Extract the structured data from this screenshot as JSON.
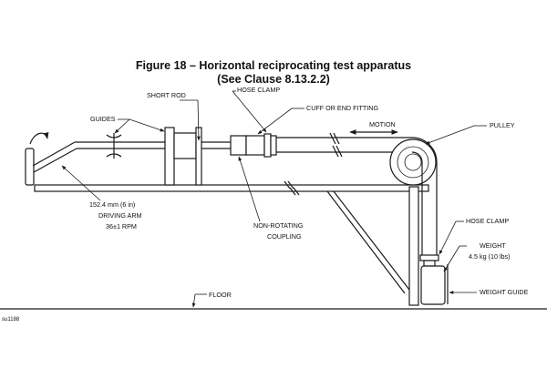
{
  "figure": {
    "title": "Figure 18 – Horizontal reciprocating test apparatus",
    "subtitle": "(See Clause 8.13.2.2)"
  },
  "labels": {
    "short_rod": "SHORT ROD",
    "hose_clamp_top": "HOSE CLAMP",
    "cuff_fitting": "CUFF OR END FITTING",
    "guides": "GUIDES",
    "motion": "MOTION",
    "pulley": "PULLEY",
    "driving_arm_length": "152.4 mm (6 in)",
    "driving_arm": "DRIVING ARM",
    "driving_arm_speed": "36±1 RPM",
    "non_rotating": "NON-ROTATING",
    "coupling": "COUPLING",
    "hose_clamp_right": "HOSE CLAMP",
    "weight": "WEIGHT",
    "weight_value": "4.5 kg (10 lbs)",
    "weight_guide": "WEIGHT GUIDE",
    "floor": "FLOOR"
  },
  "corner_tag": "su1188"
}
